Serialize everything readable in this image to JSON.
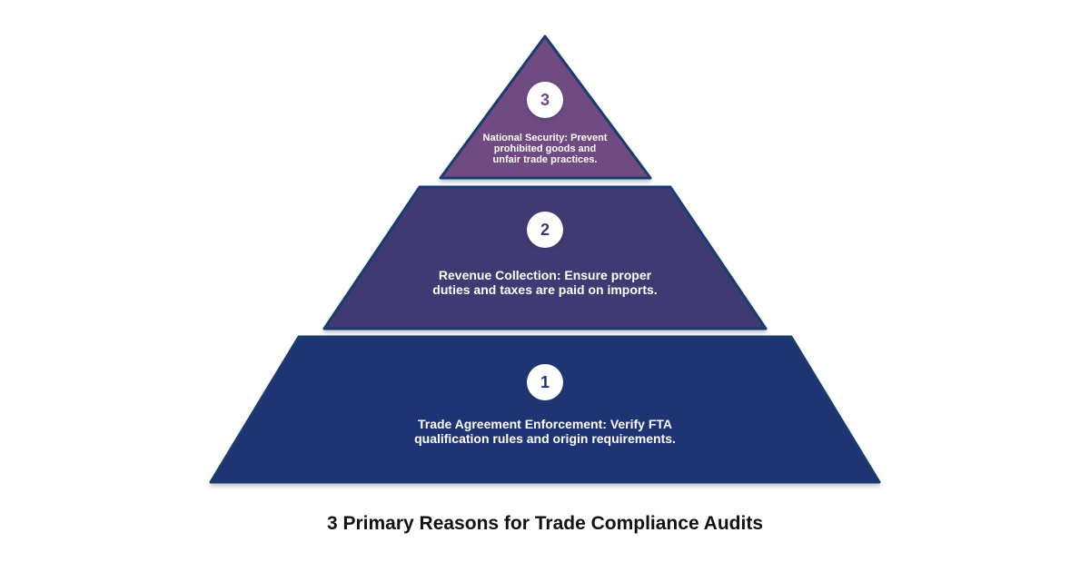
{
  "title": "3 Primary Reasons for Trade Compliance Audits",
  "theme": {
    "background": "#ffffff",
    "border": "#1b3b6d",
    "title_color": "#111111"
  },
  "pyramid": {
    "levels": [
      {
        "number": "1",
        "color": "#1f3573",
        "label": "Trade Agreement Enforcement: Verify FTA\nqualification rules and origin requirements."
      },
      {
        "number": "2",
        "color": "#403a72",
        "label": "Revenue Collection: Ensure proper\nduties and taxes are paid on imports."
      },
      {
        "number": "3",
        "color": "#6f4b82",
        "label": "National Security: Prevent\nprohibited goods and\nunfair trade practices."
      }
    ]
  }
}
